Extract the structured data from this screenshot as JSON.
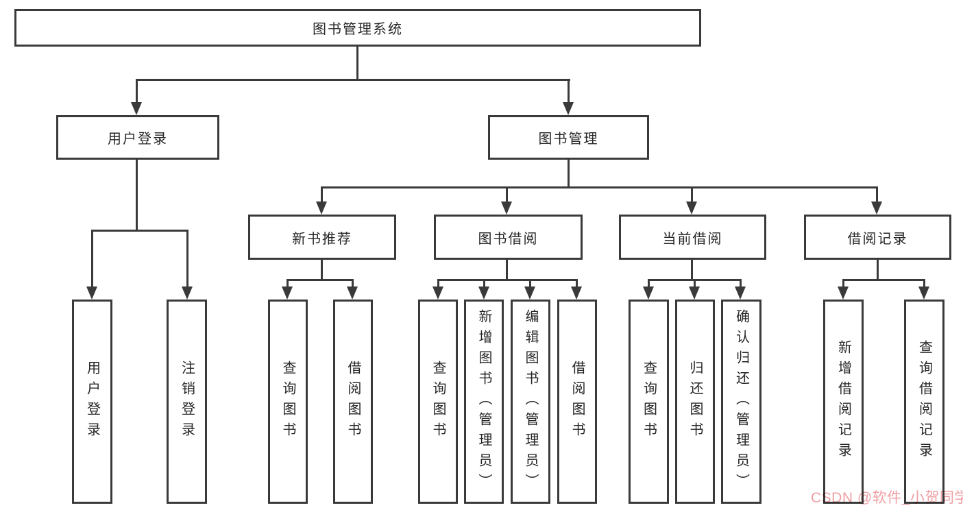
{
  "colors": {
    "line": "#3a3a3a",
    "text": "#262626",
    "background": "#ffffff",
    "watermark": "#ef9fa3"
  },
  "watermark": {
    "text": "CSDN @软件_小贺同学"
  },
  "tree": {
    "label": "图书管理系统",
    "children": [
      {
        "label": "用户登录",
        "children": [
          {
            "label": "用户登录"
          },
          {
            "label": "注销登录"
          }
        ]
      },
      {
        "label": "图书管理",
        "children": [
          {
            "label": "新书推荐",
            "children": [
              {
                "label": "查询图书"
              },
              {
                "label": "借阅图书"
              }
            ]
          },
          {
            "label": "图书借阅",
            "children": [
              {
                "label": "查询图书"
              },
              {
                "label": "新增图书（管理员）"
              },
              {
                "label": "编辑图书（管理员）"
              },
              {
                "label": "借阅图书"
              }
            ]
          },
          {
            "label": "当前借阅",
            "children": [
              {
                "label": "查询图书"
              },
              {
                "label": "归还图书"
              },
              {
                "label": "确认归还（管理员）"
              }
            ]
          },
          {
            "label": "借阅记录",
            "children": [
              {
                "label": "新增借阅记录"
              },
              {
                "label": "查询借阅记录"
              }
            ]
          }
        ]
      }
    ]
  }
}
